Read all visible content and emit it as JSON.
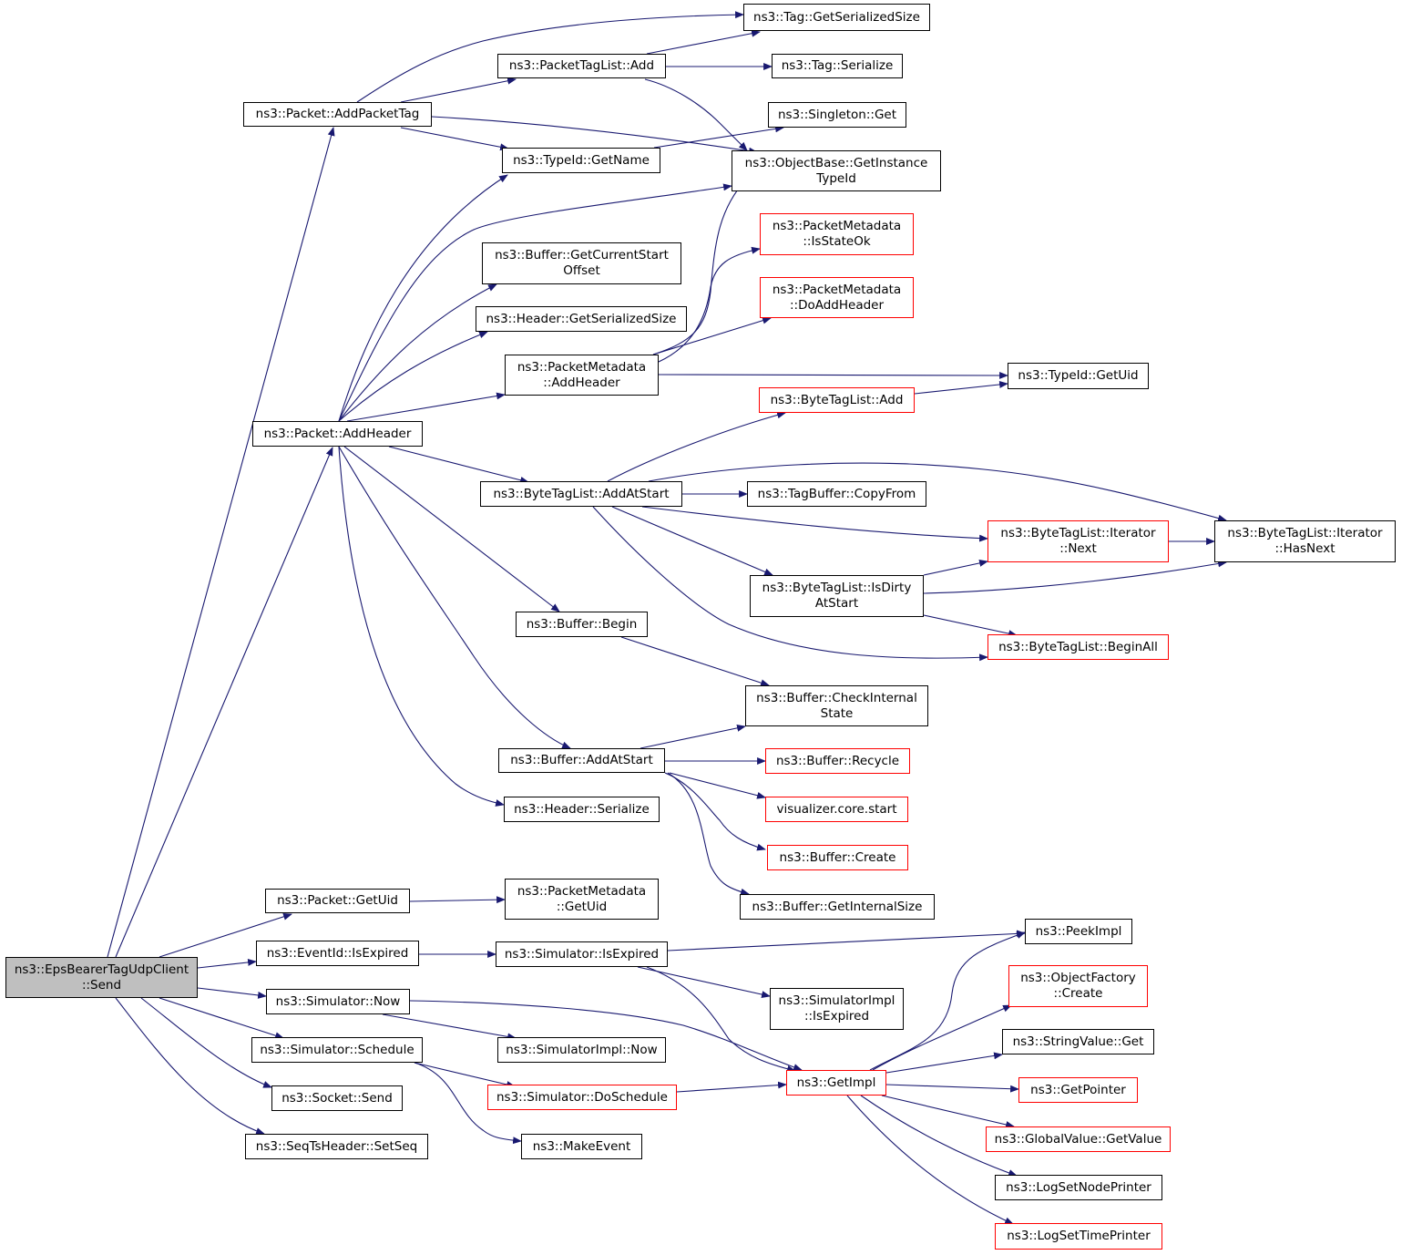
{
  "colors": {
    "edge": "#191970",
    "node_border": "#000000",
    "incomplete_border": "#ff0000",
    "root_fill": "#bfbfbf"
  },
  "nodes": {
    "root": [
      "ns3::EpsBearerTagUdpClient",
      "::Send"
    ],
    "packet_addpackettag": [
      "ns3::Packet::AddPacketTag"
    ],
    "packet_addheader": [
      "ns3::Packet::AddHeader"
    ],
    "packet_getuid": [
      "ns3::Packet::GetUid"
    ],
    "eventid_isexpired": [
      "ns3::EventId::IsExpired"
    ],
    "simulator_now": [
      "ns3::Simulator::Now"
    ],
    "simulator_schedule": [
      "ns3::Simulator::Schedule"
    ],
    "socket_send": [
      "ns3::Socket::Send"
    ],
    "seqtsheader_setseq": [
      "ns3::SeqTsHeader::SetSeq"
    ],
    "packettaglist_add": [
      "ns3::PacketTagList::Add"
    ],
    "typeid_getname": [
      "ns3::TypeId::GetName"
    ],
    "buffer_getcurrentstartoffset": [
      "ns3::Buffer::GetCurrentStart",
      "Offset"
    ],
    "header_getserializedsize": [
      "ns3::Header::GetSerializedSize"
    ],
    "packetmetadata_addheader": [
      "ns3::PacketMetadata",
      "::AddHeader"
    ],
    "bytetaglist_addatstart": [
      "ns3::ByteTagList::AddAtStart"
    ],
    "buffer_begin": [
      "ns3::Buffer::Begin"
    ],
    "buffer_addatstart": [
      "ns3::Buffer::AddAtStart"
    ],
    "header_serialize": [
      "ns3::Header::Serialize"
    ],
    "packetmetadata_getuid": [
      "ns3::PacketMetadata",
      "::GetUid"
    ],
    "simulator_isexpired": [
      "ns3::Simulator::IsExpired"
    ],
    "simulatorimpl_now": [
      "ns3::SimulatorImpl::Now"
    ],
    "simulator_doschedule": [
      "ns3::Simulator::DoSchedule"
    ],
    "makeevent": [
      "ns3::MakeEvent"
    ],
    "tag_getserializedsize": [
      "ns3::Tag::GetSerializedSize"
    ],
    "tag_serialize": [
      "ns3::Tag::Serialize"
    ],
    "singleton_get": [
      "ns3::Singleton::Get"
    ],
    "objectbase_getinstancetypeid": [
      "ns3::ObjectBase::GetInstance",
      "TypeId"
    ],
    "packetmetadata_isstateok": [
      "ns3::PacketMetadata",
      "::IsStateOk"
    ],
    "packetmetadata_doaddheader": [
      "ns3::PacketMetadata",
      "::DoAddHeader"
    ],
    "bytetaglist_add": [
      "ns3::ByteTagList::Add"
    ],
    "tagbuffer_copyfrom": [
      "ns3::TagBuffer::CopyFrom"
    ],
    "bytetaglist_isdirtyatstart": [
      "ns3::ByteTagList::IsDirty",
      "AtStart"
    ],
    "buffer_checkinternalstate": [
      "ns3::Buffer::CheckInternal",
      "State"
    ],
    "buffer_recycle": [
      "ns3::Buffer::Recycle"
    ],
    "visualizer_core_start": [
      "visualizer.core.start"
    ],
    "buffer_create": [
      "ns3::Buffer::Create"
    ],
    "buffer_getinternalsize": [
      "ns3::Buffer::GetInternalSize"
    ],
    "simulatorimpl_isexpired": [
      "ns3::SimulatorImpl",
      "::IsExpired"
    ],
    "getimpl": [
      "ns3::GetImpl"
    ],
    "typeid_getuid": [
      "ns3::TypeId::GetUid"
    ],
    "bytetaglist_iterator_next": [
      "ns3::ByteTagList::Iterator",
      "::Next"
    ],
    "bytetaglist_beginall": [
      "ns3::ByteTagList::BeginAll"
    ],
    "bytetaglist_iterator_hasnext": [
      "ns3::ByteTagList::Iterator",
      "::HasNext"
    ],
    "peekimpl": [
      "ns3::PeekImpl"
    ],
    "objectfactory_create": [
      "ns3::ObjectFactory",
      "::Create"
    ],
    "stringvalue_get": [
      "ns3::StringValue::Get"
    ],
    "getpointer": [
      "ns3::GetPointer"
    ],
    "globalvalue_getvalue": [
      "ns3::GlobalValue::GetValue"
    ],
    "logsetnodeprinter": [
      "ns3::LogSetNodePrinter"
    ],
    "logsettimeprinter": [
      "ns3::LogSetTimePrinter"
    ]
  }
}
